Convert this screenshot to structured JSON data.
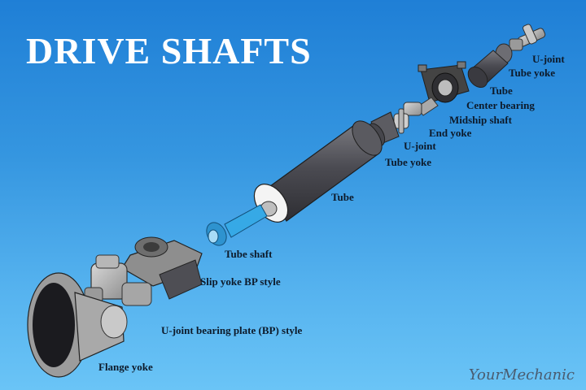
{
  "title": "DRIVE SHAFTS",
  "labels": {
    "u_joint_top": "U-joint",
    "tube_yoke_top": "Tube yoke",
    "tube_top": "Tube",
    "center_bearing": "Center bearing",
    "midship_shaft": "Midship shaft",
    "end_yoke": "End yoke",
    "u_joint_mid": "U-joint",
    "tube_yoke_mid": "Tube yoke",
    "tube_main": "Tube",
    "tube_shaft": "Tube shaft",
    "slip_yoke": "Slip yoke BP style",
    "u_joint_bearing_plate": "U-joint bearing plate (BP) style",
    "flange_yoke": "Flange yoke"
  },
  "brand": "YourMechanic",
  "colors": {
    "background_top": "#1f7fd6",
    "background_bottom": "#6ac4f6",
    "title": "#ffffff",
    "metal_dark": "#4a4a4f",
    "metal_light": "#bdbdbd",
    "accent_blue": "#36a9e6"
  }
}
